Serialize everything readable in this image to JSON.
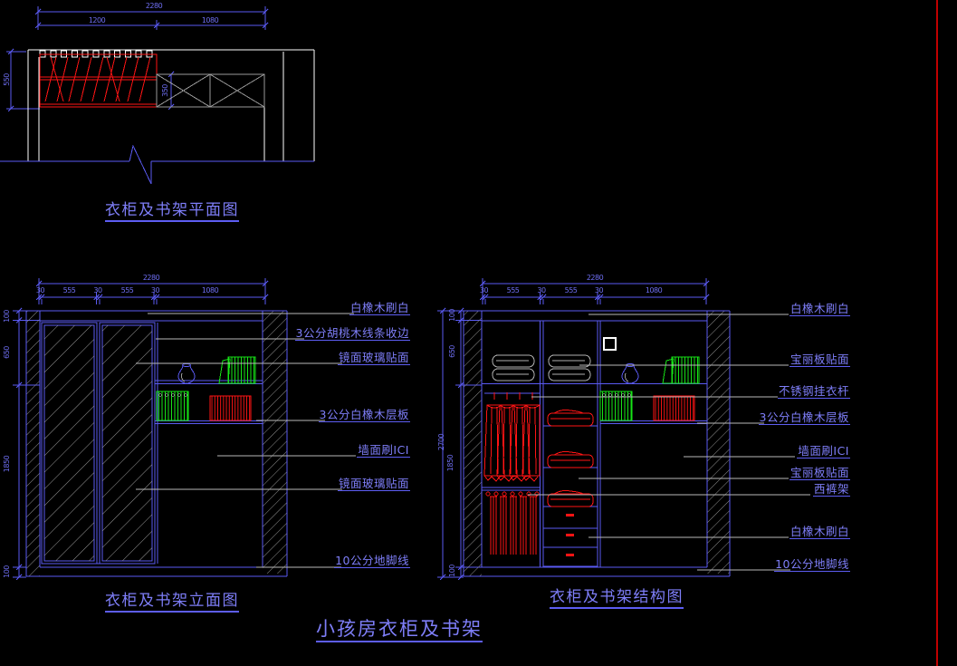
{
  "main_title": "小孩房衣柜及书架",
  "colors": {
    "background": "#000000",
    "line_blue": "#5a5af2",
    "text_blue": "#7e7ef8",
    "entity_red": "#ff0000",
    "entity_green": "#16e516",
    "entity_white": "#ffffff",
    "hatch_gray": "#8f8f8f",
    "leader_gray": "#b9b9b9",
    "border_red": "#c00000"
  },
  "plan": {
    "title": "衣柜及书架平面图",
    "dims": {
      "overall": "2280",
      "left_width": "1200",
      "right_width": "1080",
      "depth": "550",
      "shelf_depth": "350"
    }
  },
  "elevation_front": {
    "title": "衣柜及书架立面图",
    "dims": {
      "overall_width": "2280",
      "top_row": [
        "30",
        "555",
        "30",
        "555",
        "30",
        "1080"
      ],
      "left_col": [
        "100",
        "650",
        "1850",
        "100"
      ]
    },
    "labels": [
      "白橡木刷白",
      "3公分胡桃木线条收边",
      "镜面玻璃贴面",
      "3公分白橡木层板",
      "墙面刷ICI",
      "镜面玻璃贴面",
      "10公分地脚线"
    ]
  },
  "elevation_structure": {
    "title": "衣柜及书架结构图",
    "dims": {
      "overall_width": "2280",
      "top_row": [
        "30",
        "555",
        "30",
        "555",
        "30",
        "1080"
      ],
      "overall_height": "2700",
      "left_col": [
        "100",
        "650",
        "1850",
        "100"
      ]
    },
    "labels": [
      "白橡木刷白",
      "宝丽板贴面",
      "不锈钢挂衣杆",
      "3公分白橡木层板",
      "墙面刷ICI",
      "宝丽板贴面",
      "西裤架",
      "白橡木刷白",
      "10公分地脚线"
    ]
  }
}
